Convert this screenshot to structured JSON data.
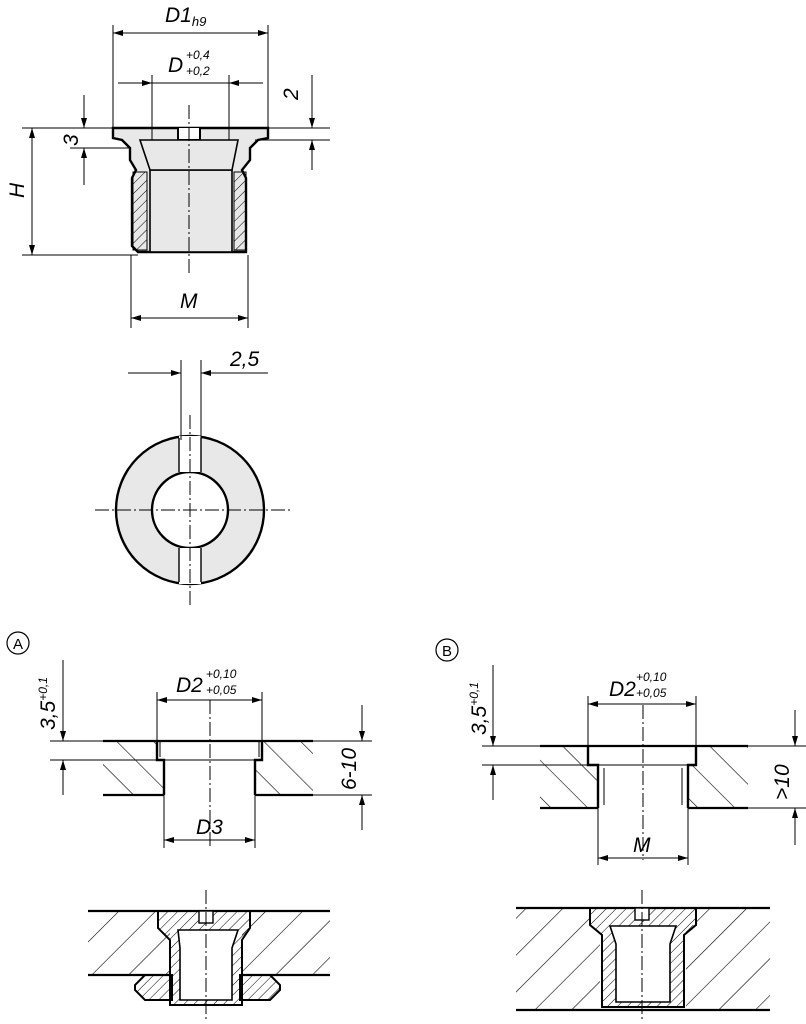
{
  "top_view": {
    "dim_d1": {
      "base": "D1",
      "sub": "h9"
    },
    "dim_d": {
      "base": "D",
      "upper": "+0,4",
      "lower": "+0,2"
    },
    "dim_collar": "2",
    "dim_flange": "3",
    "dim_height": "H",
    "dim_thread": "M"
  },
  "plan_view": {
    "dim_slot": "2,5"
  },
  "install_a": {
    "marker": "A",
    "dim_depth": {
      "base": "3,5",
      "tol": "+0,1"
    },
    "dim_d2": {
      "base": "D2",
      "upper": "+0,10",
      "lower": "+0,05"
    },
    "dim_thickness": "6-10",
    "dim_d3": "D3"
  },
  "install_b": {
    "marker": "B",
    "dim_depth": {
      "base": "3,5",
      "tol": "+0,1"
    },
    "dim_d2": {
      "base": "D2",
      "upper": "+0,10",
      "lower": "+0,05"
    },
    "dim_thickness": ">10",
    "dim_m": "M"
  }
}
